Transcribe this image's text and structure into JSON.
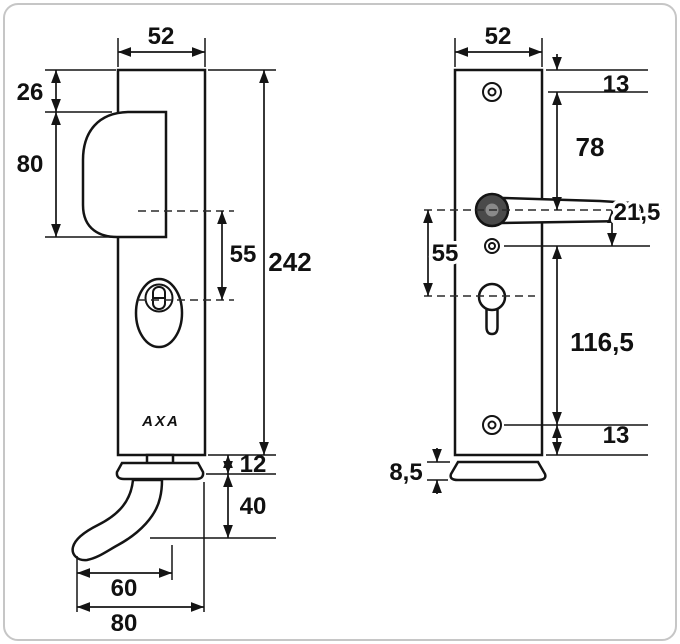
{
  "drawing": {
    "brand_label": "AXA",
    "left_view": {
      "plate_width": "52",
      "top_to_grip": "26",
      "grip_height": "80",
      "spindle_to_cylinder": "55",
      "plate_height": "242",
      "collar_height": "12",
      "handle_drop": "40",
      "handle_projection": "60",
      "total_projection": "80"
    },
    "right_view": {
      "plate_width": "52",
      "top_to_screw": "13",
      "screw_to_spindle": "78",
      "spindle_to_screw": "21,5",
      "spindle_to_cylinder": "55",
      "cylinder_span": "116,5",
      "screw_to_bottom": "13",
      "collar_height": "8,5"
    }
  }
}
